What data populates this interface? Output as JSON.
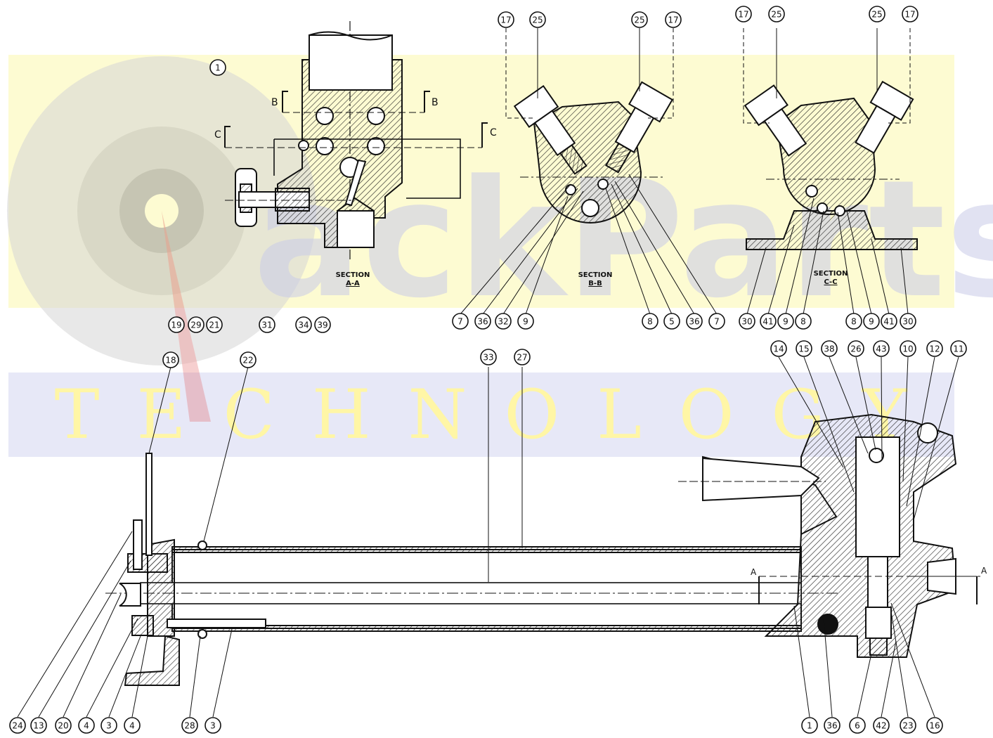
{
  "watermark": {
    "letters": [
      "T",
      "E",
      "C",
      "H",
      "N",
      "O",
      "L",
      "O",
      "G",
      "Y"
    ],
    "brand_fragment": "ackParts",
    "colors": {
      "yellow_band": "#fdfbd2",
      "blue_band": "#e7e8f7",
      "letter_color": "#fff6a6",
      "disc": "#c9c9c9"
    }
  },
  "sections": {
    "aa": {
      "title": "SECTION",
      "sub": "A-A"
    },
    "bb": {
      "title": "SECTION",
      "sub": "B-B"
    },
    "cc": {
      "title": "SECTION",
      "sub": "C-C"
    }
  },
  "cut_markers": {
    "b": "B",
    "c": "C",
    "a": "A"
  },
  "callouts": {
    "aa": [
      "1",
      "19",
      "29",
      "21",
      "31",
      "34",
      "39"
    ],
    "bb_top": [
      "17",
      "25",
      "25",
      "17"
    ],
    "bb_bottom": [
      "7",
      "36",
      "32",
      "9",
      "8",
      "5",
      "36",
      "7"
    ],
    "cc_top": [
      "17",
      "25",
      "25",
      "17"
    ],
    "cc_bottom": [
      "30",
      "41",
      "9",
      "8",
      "8",
      "9",
      "41",
      "30"
    ],
    "main_top": [
      "18",
      "22",
      "33",
      "27"
    ],
    "main_right_top": [
      "14",
      "15",
      "38",
      "26",
      "43",
      "10",
      "12",
      "11"
    ],
    "main_bottom_left": [
      "24",
      "13",
      "20",
      "4",
      "3",
      "4",
      "28",
      "3"
    ],
    "main_bottom_right": [
      "1",
      "36",
      "6",
      "42",
      "23",
      "16"
    ]
  }
}
